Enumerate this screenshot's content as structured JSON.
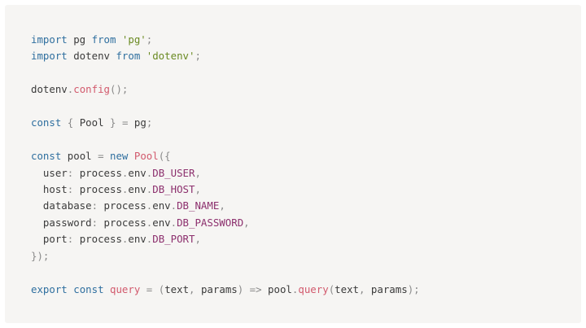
{
  "code": {
    "lines": [
      [
        [
          "kw",
          "import"
        ],
        [
          "txt",
          " pg "
        ],
        [
          "kw",
          "from"
        ],
        [
          "txt",
          " "
        ],
        [
          "str",
          "'pg'"
        ],
        [
          "punc",
          ";"
        ]
      ],
      [
        [
          "kw",
          "import"
        ],
        [
          "txt",
          " dotenv "
        ],
        [
          "kw",
          "from"
        ],
        [
          "txt",
          " "
        ],
        [
          "str",
          "'dotenv'"
        ],
        [
          "punc",
          ";"
        ]
      ],
      [],
      [
        [
          "txt",
          "dotenv"
        ],
        [
          "punc",
          "."
        ],
        [
          "fn",
          "config"
        ],
        [
          "punc",
          "();"
        ]
      ],
      [],
      [
        [
          "kw",
          "const"
        ],
        [
          "txt",
          " "
        ],
        [
          "punc",
          "{"
        ],
        [
          "txt",
          " Pool "
        ],
        [
          "punc",
          "}"
        ],
        [
          "txt",
          " "
        ],
        [
          "punc",
          "="
        ],
        [
          "txt",
          " pg"
        ],
        [
          "punc",
          ";"
        ]
      ],
      [],
      [
        [
          "kw",
          "const"
        ],
        [
          "txt",
          " pool "
        ],
        [
          "punc",
          "="
        ],
        [
          "txt",
          " "
        ],
        [
          "kw",
          "new"
        ],
        [
          "txt",
          " "
        ],
        [
          "fn",
          "Pool"
        ],
        [
          "punc",
          "({"
        ]
      ],
      [
        [
          "txt",
          "  user"
        ],
        [
          "punc",
          ":"
        ],
        [
          "txt",
          " process"
        ],
        [
          "punc",
          "."
        ],
        [
          "txt",
          "env"
        ],
        [
          "punc",
          "."
        ],
        [
          "prop",
          "DB_USER"
        ],
        [
          "punc",
          ","
        ]
      ],
      [
        [
          "txt",
          "  host"
        ],
        [
          "punc",
          ":"
        ],
        [
          "txt",
          " process"
        ],
        [
          "punc",
          "."
        ],
        [
          "txt",
          "env"
        ],
        [
          "punc",
          "."
        ],
        [
          "prop",
          "DB_HOST"
        ],
        [
          "punc",
          ","
        ]
      ],
      [
        [
          "txt",
          "  database"
        ],
        [
          "punc",
          ":"
        ],
        [
          "txt",
          " process"
        ],
        [
          "punc",
          "."
        ],
        [
          "txt",
          "env"
        ],
        [
          "punc",
          "."
        ],
        [
          "prop",
          "DB_NAME"
        ],
        [
          "punc",
          ","
        ]
      ],
      [
        [
          "txt",
          "  password"
        ],
        [
          "punc",
          ":"
        ],
        [
          "txt",
          " process"
        ],
        [
          "punc",
          "."
        ],
        [
          "txt",
          "env"
        ],
        [
          "punc",
          "."
        ],
        [
          "prop",
          "DB_PASSWORD"
        ],
        [
          "punc",
          ","
        ]
      ],
      [
        [
          "txt",
          "  port"
        ],
        [
          "punc",
          ":"
        ],
        [
          "txt",
          " process"
        ],
        [
          "punc",
          "."
        ],
        [
          "txt",
          "env"
        ],
        [
          "punc",
          "."
        ],
        [
          "prop",
          "DB_PORT"
        ],
        [
          "punc",
          ","
        ]
      ],
      [
        [
          "punc",
          "});"
        ]
      ],
      [],
      [
        [
          "kw",
          "export"
        ],
        [
          "txt",
          " "
        ],
        [
          "kw",
          "const"
        ],
        [
          "txt",
          " "
        ],
        [
          "fn",
          "query"
        ],
        [
          "txt",
          " "
        ],
        [
          "punc",
          "="
        ],
        [
          "txt",
          " "
        ],
        [
          "punc",
          "("
        ],
        [
          "txt",
          "text"
        ],
        [
          "punc",
          ","
        ],
        [
          "txt",
          " params"
        ],
        [
          "punc",
          ")"
        ],
        [
          "txt",
          " "
        ],
        [
          "punc",
          "=>"
        ],
        [
          "txt",
          " pool"
        ],
        [
          "punc",
          "."
        ],
        [
          "fn",
          "query"
        ],
        [
          "punc",
          "("
        ],
        [
          "txt",
          "text"
        ],
        [
          "punc",
          ","
        ],
        [
          "txt",
          " params"
        ],
        [
          "punc",
          ");"
        ]
      ]
    ]
  }
}
